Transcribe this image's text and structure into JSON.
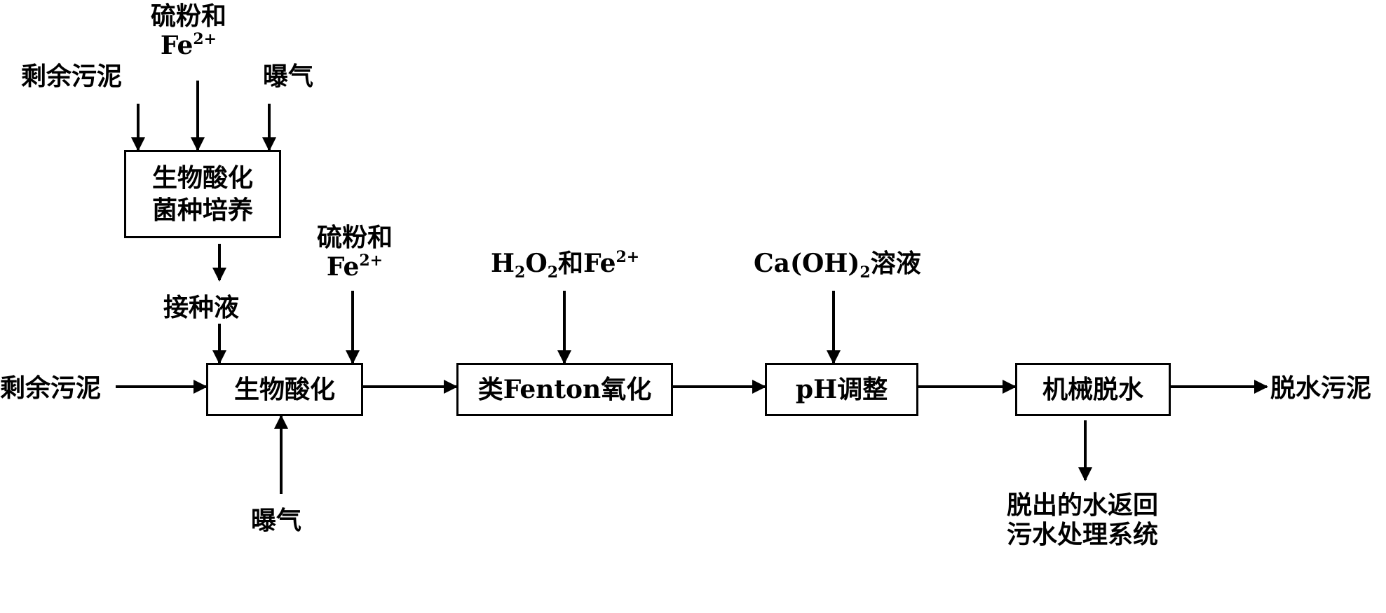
{
  "top_inputs": {
    "sludge": "剩余污泥",
    "sulfur_fe_line1": "硫粉和",
    "sulfur_fe_fe": "Fe",
    "sulfur_fe_charge": "2+",
    "aeration": "曝气"
  },
  "culture_box": {
    "line1": "生物酸化",
    "line2": "菌种培养"
  },
  "inoculum_label": "接种液",
  "mid_sulfur_fe": {
    "line1": "硫粉和",
    "fe": "Fe",
    "charge": "2+"
  },
  "feed_label": "剩余污泥",
  "bioacid_box": "生物酸化",
  "bottom_aeration": "曝气",
  "h2o2_label": {
    "h": "H",
    "sub2a": "2",
    "o": "O",
    "sub2b": "2",
    "and_fe": "和Fe",
    "charge": "2+"
  },
  "fenton_box": "类Fenton氧化",
  "caoh_label": {
    "prefix": "Ca(OH)",
    "sub": "2",
    "suffix": "溶液"
  },
  "ph_box": "pH调整",
  "dewater_box": "机械脱水",
  "output_label": "脱水污泥",
  "return_label": {
    "line1": "脱出的水返回",
    "line2": "污水处理系统"
  }
}
